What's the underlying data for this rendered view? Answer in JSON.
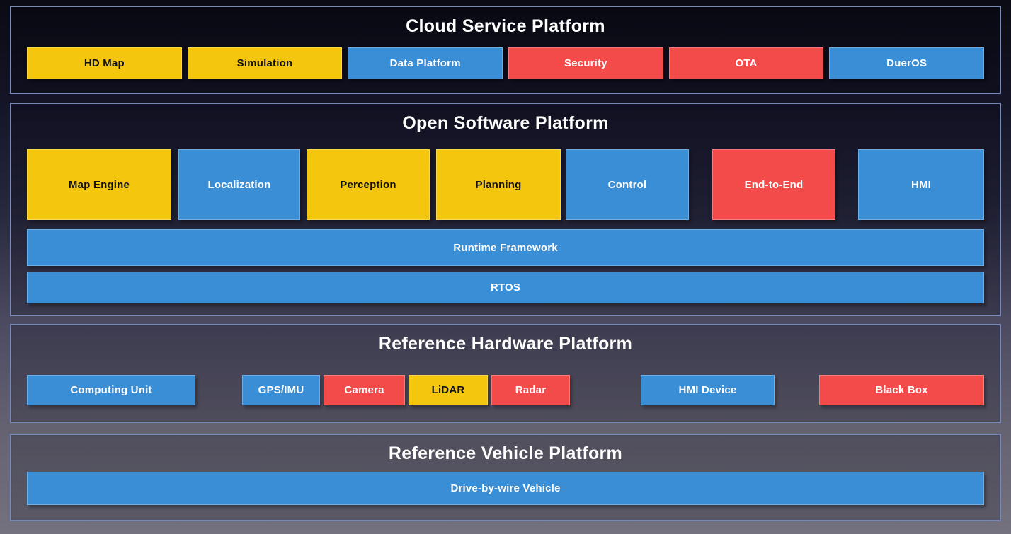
{
  "palette": {
    "yellow": {
      "bg": "#F4C60D",
      "fg": "#111111"
    },
    "blue": {
      "bg": "#3A8ED6",
      "fg": "#FFFFFF"
    },
    "red": {
      "bg": "#F34A4A",
      "fg": "#FFFFFF"
    },
    "section_border": "#7A89B5",
    "title_color": "#FFFFFF"
  },
  "sections": {
    "cloud": {
      "title": "Cloud Service Platform",
      "items": [
        {
          "label": "HD Map",
          "color": "yellow"
        },
        {
          "label": "Simulation",
          "color": "yellow"
        },
        {
          "label": "Data Platform",
          "color": "blue"
        },
        {
          "label": "Security",
          "color": "red"
        },
        {
          "label": "OTA",
          "color": "red"
        },
        {
          "label": "DuerOS",
          "color": "blue"
        }
      ]
    },
    "software": {
      "title": "Open Software Platform",
      "modules": [
        {
          "label": "Map Engine",
          "color": "yellow"
        },
        {
          "label": "Localization",
          "color": "blue"
        },
        {
          "label": "Perception",
          "color": "yellow"
        },
        {
          "label": "Planning",
          "color": "yellow"
        },
        {
          "label": "Control",
          "color": "blue"
        },
        {
          "label": "End-to-End",
          "color": "red"
        },
        {
          "label": "HMI",
          "color": "blue"
        }
      ],
      "layers": [
        {
          "label": "Runtime Framework",
          "color": "blue"
        },
        {
          "label": "RTOS",
          "color": "blue"
        }
      ]
    },
    "hardware": {
      "title": "Reference Hardware Platform",
      "items": [
        {
          "label": "Computing Unit",
          "color": "blue"
        },
        {
          "label": "GPS/IMU",
          "color": "blue"
        },
        {
          "label": "Camera",
          "color": "red"
        },
        {
          "label": "LiDAR",
          "color": "yellow"
        },
        {
          "label": "Radar",
          "color": "red"
        },
        {
          "label": "HMI Device",
          "color": "blue"
        },
        {
          "label": "Black Box",
          "color": "red"
        }
      ]
    },
    "vehicle": {
      "title": "Reference Vehicle Platform",
      "items": [
        {
          "label": "Drive-by-wire Vehicle",
          "color": "blue"
        }
      ]
    }
  }
}
